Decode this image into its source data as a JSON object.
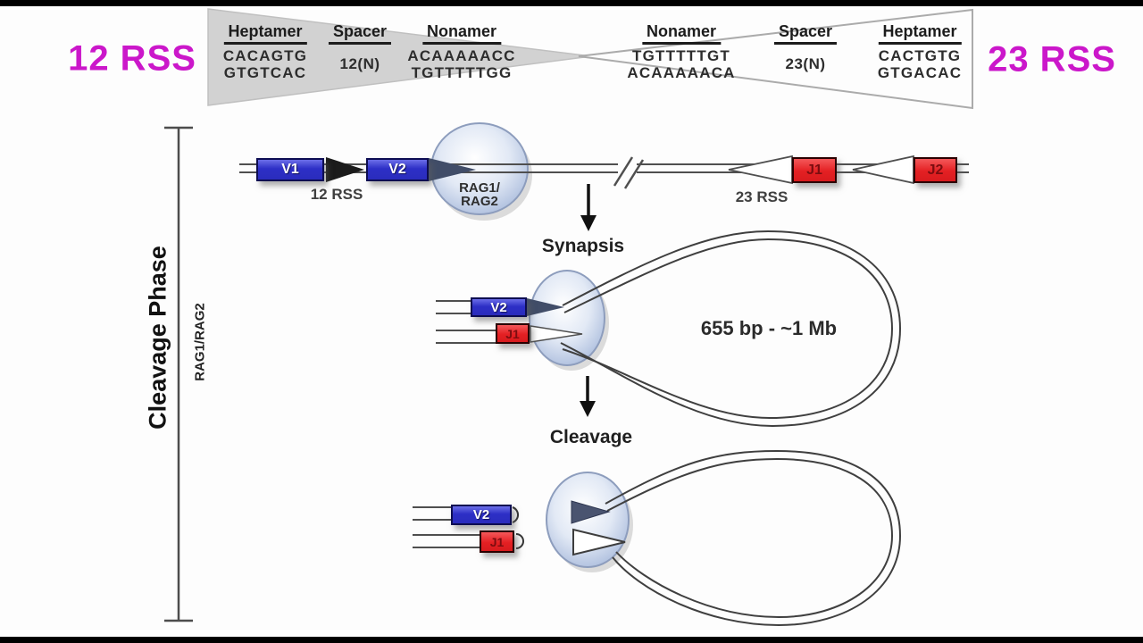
{
  "colors": {
    "magenta": "#cb17ca",
    "gene_blue": "#2d2fc6",
    "gene_red": "#e42023",
    "sphere_blue": "#aebfde",
    "line_gray": "#4a4a4a"
  },
  "top_banner": {
    "rss12_label": "12 RSS",
    "rss23_label": "23 RSS",
    "left_rss": {
      "columns": [
        {
          "header": "Heptamer",
          "line1": "CACAGTG",
          "line2": "GTGTCAC"
        },
        {
          "header": "Spacer",
          "line1": "12(N)"
        },
        {
          "header": "Nonamer",
          "line1": "ACAAAAACC",
          "line2": "TGTTTTTGG"
        }
      ]
    },
    "right_rss": {
      "columns": [
        {
          "header": "Nonamer",
          "line1": "TGTTTTTGT",
          "line2": "ACAAAAACA"
        },
        {
          "header": "Spacer",
          "line1": "23(N)"
        },
        {
          "header": "Heptamer",
          "line1": "CACTGTG",
          "line2": "GTGACAC"
        }
      ]
    }
  },
  "phase_bracket": {
    "label": "Cleavage Phase",
    "sublabel": "RAG1/RAG2"
  },
  "germline_row": {
    "v1": "V1",
    "v2": "V2",
    "j1": "J1",
    "j2": "J2",
    "rss12_label": "12 RSS",
    "rss23_label": "23 RSS",
    "complex_line1": "RAG1/",
    "complex_line2": "RAG2"
  },
  "synapsis": {
    "title": "Synapsis",
    "v2": "V2",
    "j1": "J1",
    "loop_size": "655 bp - ~1 Mb"
  },
  "cleavage": {
    "title": "Cleavage",
    "v2": "V2",
    "j1": "J1"
  }
}
